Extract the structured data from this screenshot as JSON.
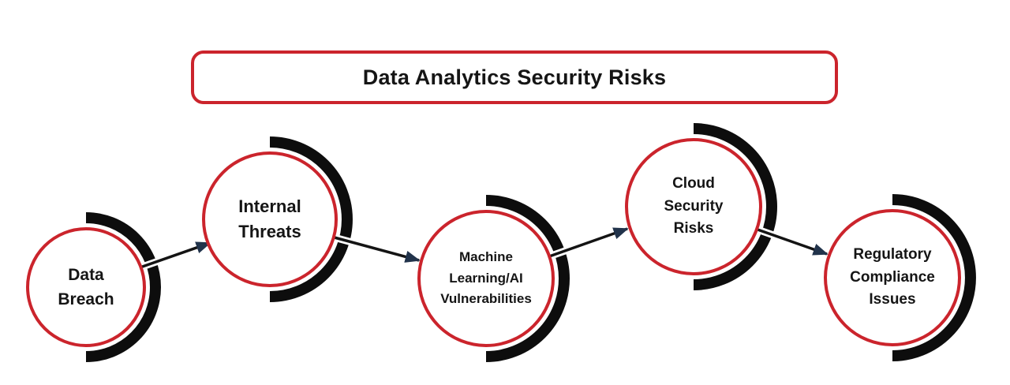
{
  "title": "Data Analytics Security Risks",
  "colors": {
    "background": "#ffffff",
    "red": "#cb242c",
    "arc": "#0d0d0d",
    "line": "#141414",
    "arrowhead": "#21334b",
    "text": "#151515"
  },
  "nodes": [
    {
      "id": "data-breach",
      "label": "Data\nBreach"
    },
    {
      "id": "internal-threats",
      "label": "Internal\nThreats"
    },
    {
      "id": "ml-ai-vulnerabilities",
      "label": "Machine\nLearning/AI\nVulnerabilities"
    },
    {
      "id": "cloud-security-risks",
      "label": "Cloud\nSecurity\nRisks"
    },
    {
      "id": "regulatory-compliance-issues",
      "label": "Regulatory\nCompliance\nIssues"
    }
  ],
  "connections": [
    {
      "from": "Data Breach",
      "to": "Internal Threats"
    },
    {
      "from": "Internal Threats",
      "to": "Machine Learning/AI Vulnerabilities"
    },
    {
      "from": "Machine Learning/AI Vulnerabilities",
      "to": "Cloud Security Risks"
    },
    {
      "from": "Cloud Security Risks",
      "to": "Regulatory Compliance Issues"
    }
  ]
}
